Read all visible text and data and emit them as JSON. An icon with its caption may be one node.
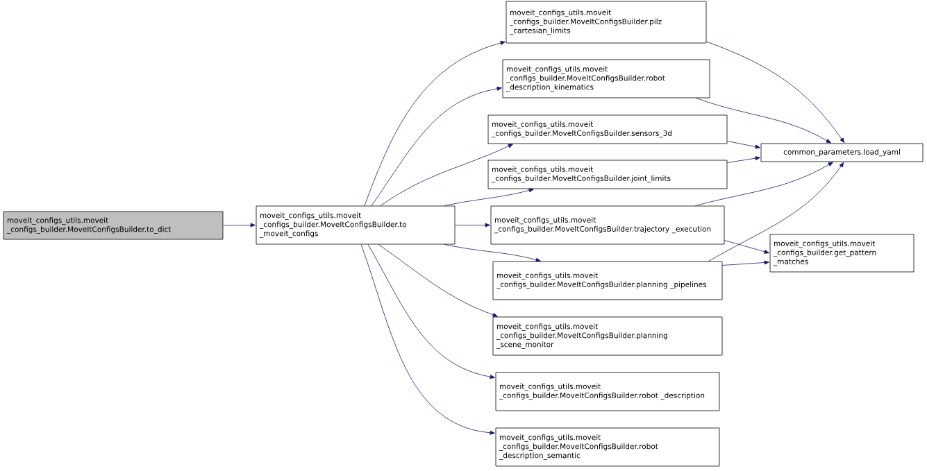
{
  "diagram": {
    "nodes": [
      {
        "text": [
          "moveit_configs_utils.moveit _configs_builder.MoveItConfigsBuilder.to_dict"
        ]
      },
      {
        "text": [
          "moveit_configs_utils.moveit _configs_builder.MoveItConfigsBuilder.to _moveit_configs"
        ]
      },
      {
        "text": [
          "moveit_configs_utils.moveit _configs_builder.MoveItConfigsBuilder.pilz _cartesian_limits"
        ]
      },
      {
        "text": [
          "moveit_configs_utils.moveit _configs_builder.MoveItConfigsBuilder.robot _description_kinematics"
        ]
      },
      {
        "text": [
          "moveit_configs_utils.moveit _configs_builder.MoveItConfigsBuilder.sensors_3d"
        ]
      },
      {
        "text": [
          "moveit_configs_utils.moveit _configs_builder.MoveItConfigsBuilder.joint_limits"
        ]
      },
      {
        "text": [
          "moveit_configs_utils.moveit _configs_builder.MoveItConfigsBuilder.trajectory _execution"
        ]
      },
      {
        "text": [
          "moveit_configs_utils.moveit _configs_builder.MoveItConfigsBuilder.planning _pipelines"
        ]
      },
      {
        "text": [
          "moveit_configs_utils.moveit _configs_builder.MoveItConfigsBuilder.planning _scene_monitor"
        ]
      },
      {
        "text": [
          "moveit_configs_utils.moveit _configs_builder.MoveItConfigsBuilder.robot _description"
        ]
      },
      {
        "text": [
          "moveit_configs_utils.moveit _configs_builder.MoveItConfigsBuilder.robot _description_semantic"
        ]
      },
      {
        "text": [
          "common_parameters.load_yaml"
        ]
      },
      {
        "text": [
          "moveit_configs_utils.moveit _configs_builder.get_pattern _matches"
        ]
      }
    ],
    "edges": [
      {
        "from": 0,
        "to": 1,
        "arrow": "to"
      },
      {
        "from": 1,
        "to": 2,
        "arrow": "to"
      },
      {
        "from": 1,
        "to": 3,
        "arrow": "to"
      },
      {
        "from": 1,
        "to": 4,
        "arrow": "to"
      },
      {
        "from": 1,
        "to": 5,
        "arrow": "to"
      },
      {
        "from": 1,
        "to": 6,
        "arrow": "to"
      },
      {
        "from": 1,
        "to": 7,
        "arrow": "to"
      },
      {
        "from": 1,
        "to": 8,
        "arrow": "to"
      },
      {
        "from": 1,
        "to": 9,
        "arrow": "to"
      },
      {
        "from": 1,
        "to": 10,
        "arrow": "to"
      },
      {
        "from": 2,
        "to": 11,
        "arrow": "to"
      },
      {
        "from": 3,
        "to": 11,
        "arrow": "to"
      },
      {
        "from": 4,
        "to": 11,
        "arrow": "to"
      },
      {
        "from": 5,
        "to": 11,
        "arrow": "to"
      },
      {
        "from": 6,
        "to": 11,
        "arrow": "to"
      },
      {
        "from": 7,
        "to": 11,
        "arrow": "to"
      },
      {
        "from": 6,
        "to": 12,
        "arrow": "to"
      },
      {
        "from": 7,
        "to": 12,
        "arrow": "to"
      }
    ]
  }
}
